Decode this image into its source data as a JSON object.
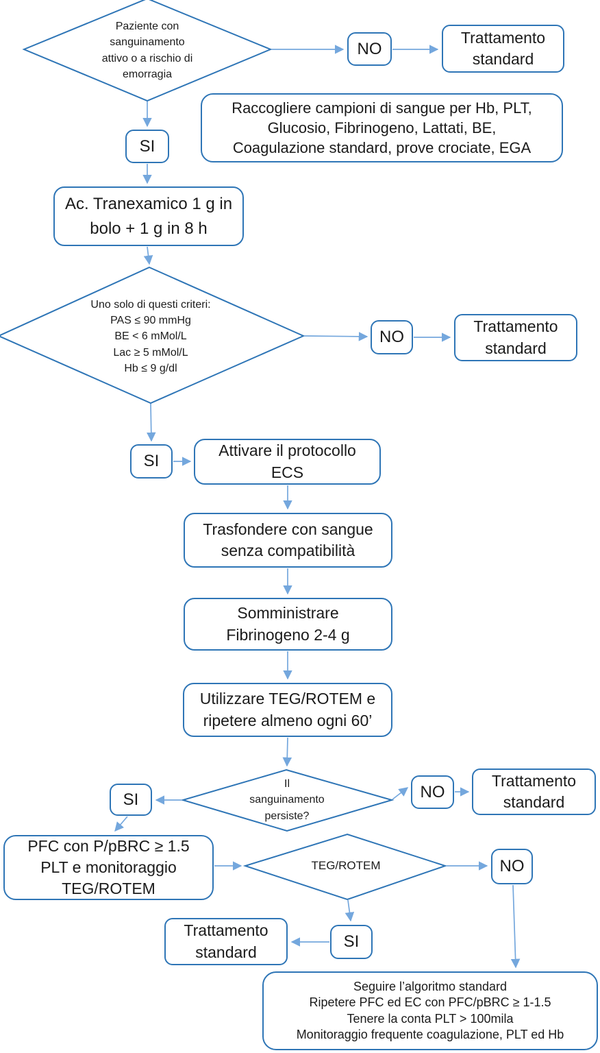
{
  "colors": {
    "node_border": "#2e75b6",
    "arrow": "#74a7dd",
    "text": "#1b1b1b"
  },
  "nodes": {
    "decision_bleeding": {
      "lines": [
        "Paziente con",
        "sanguinamento",
        "attivo o a rischio di",
        "emorragia"
      ]
    },
    "no1": {
      "label": "NO"
    },
    "treatment1": {
      "label": "Trattamento standard"
    },
    "collect_samples": {
      "lines": [
        "Raccogliere campioni di sangue per Hb, PLT,",
        "Glucosio, Fibrinogeno, Lattati, BE,",
        "Coagulazione standard, prove crociate, EGA"
      ]
    },
    "si1": {
      "label": "SI"
    },
    "tranexamic": {
      "lines": [
        "Ac. Tranexamico 1 g in",
        "bolo + 1 g in 8 h"
      ]
    },
    "decision_criteria": {
      "lines": [
        "Uno solo di questi criteri:",
        "PAS ≤ 90 mmHg",
        "BE < 6 mMol/L",
        "Lac ≥ 5 mMol/L",
        "Hb ≤ 9 g/dl"
      ]
    },
    "no2": {
      "label": "NO"
    },
    "treatment2": {
      "label": "Trattamento standard"
    },
    "si2": {
      "label": "SI"
    },
    "activate_ecs": {
      "lines": [
        "Attivare il protocollo",
        "ECS"
      ]
    },
    "transfuse": {
      "lines": [
        "Trasfondere con sangue",
        "senza compatibilità"
      ]
    },
    "fibrinogen": {
      "lines": [
        "Somministrare",
        "Fibrinogeno 2-4 g"
      ]
    },
    "use_teg": {
      "lines": [
        "Utilizzare TEG/ROTEM e",
        "ripetere almeno ogni 60’"
      ]
    },
    "decision_persists": {
      "lines": [
        "Il",
        "sanguinamento",
        "persiste?"
      ]
    },
    "no3": {
      "label": "NO"
    },
    "treatment3": {
      "label": "Trattamento standard"
    },
    "si3": {
      "label": "SI"
    },
    "pfc": {
      "lines": [
        "PFC con P/pBRC ≥ 1.5",
        "PLT e monitoraggio",
        "TEG/ROTEM"
      ]
    },
    "decision_teg": {
      "label": "TEG/ROTEM"
    },
    "no4": {
      "label": "NO"
    },
    "si4": {
      "label": "SI"
    },
    "treatment4": {
      "label": "Trattamento standard"
    },
    "final_algorithm": {
      "lines": [
        "Seguire l’algoritmo standard",
        "Ripetere PFC ed EC con PFC/pBRC ≥ 1-1.5",
        "Tenere la conta PLT > 100mila",
        "Monitoraggio frequente coagulazione, PLT ed Hb"
      ]
    }
  }
}
